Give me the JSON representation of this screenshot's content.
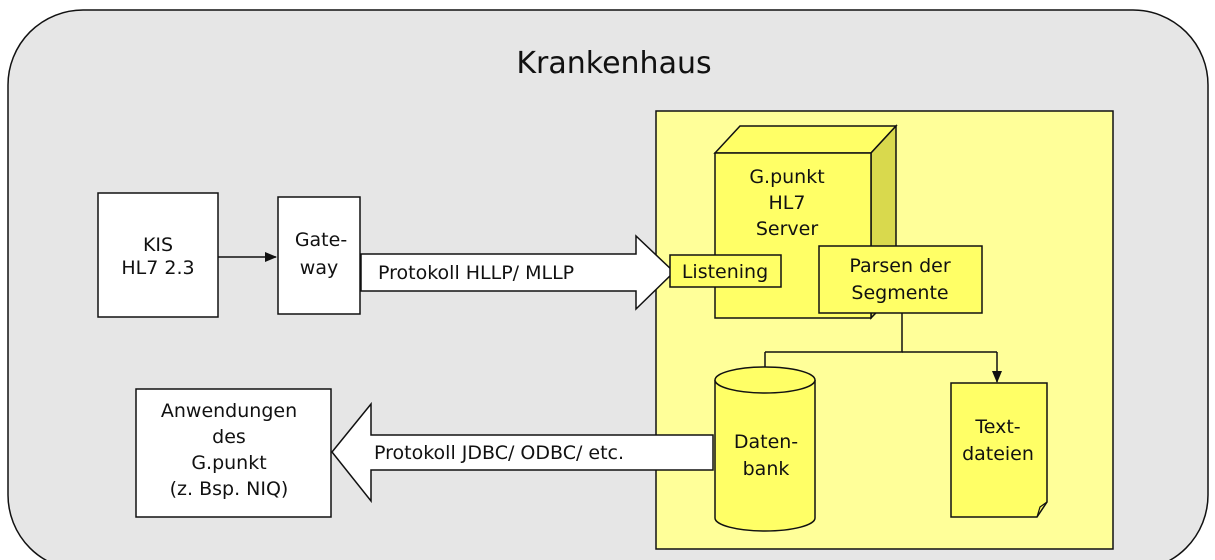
{
  "title": "Krankenhaus",
  "kis": {
    "line1": "KIS",
    "line2": "HL7 2.3"
  },
  "gateway": {
    "line1": "Gate-",
    "line2": "way"
  },
  "arrow_hllp": "Protokoll HLLP/ MLLP",
  "server": {
    "line1": "G.punkt",
    "line2": "HL7",
    "line3": "Server"
  },
  "listening": "Listening",
  "parsen": {
    "line1": "Parsen der",
    "line2": "Segmente"
  },
  "datenbank": {
    "line1": "Daten-",
    "line2": "bank"
  },
  "textdateien": {
    "line1": "Text-",
    "line2": "dateien"
  },
  "arrow_jdbc": "Protokoll JDBC/ ODBC/ etc.",
  "anwendungen": {
    "line1": "Anwendungen",
    "line2": "des",
    "line3": "G.punkt",
    "line4": "(z. Bsp. NIQ)"
  },
  "colors": {
    "outer_fill": "#e6e6e6",
    "yellow_panel": "#ffff99",
    "yellow_shape": "#ffff66",
    "side_face": "#d9d94d",
    "stroke": "#111111"
  }
}
